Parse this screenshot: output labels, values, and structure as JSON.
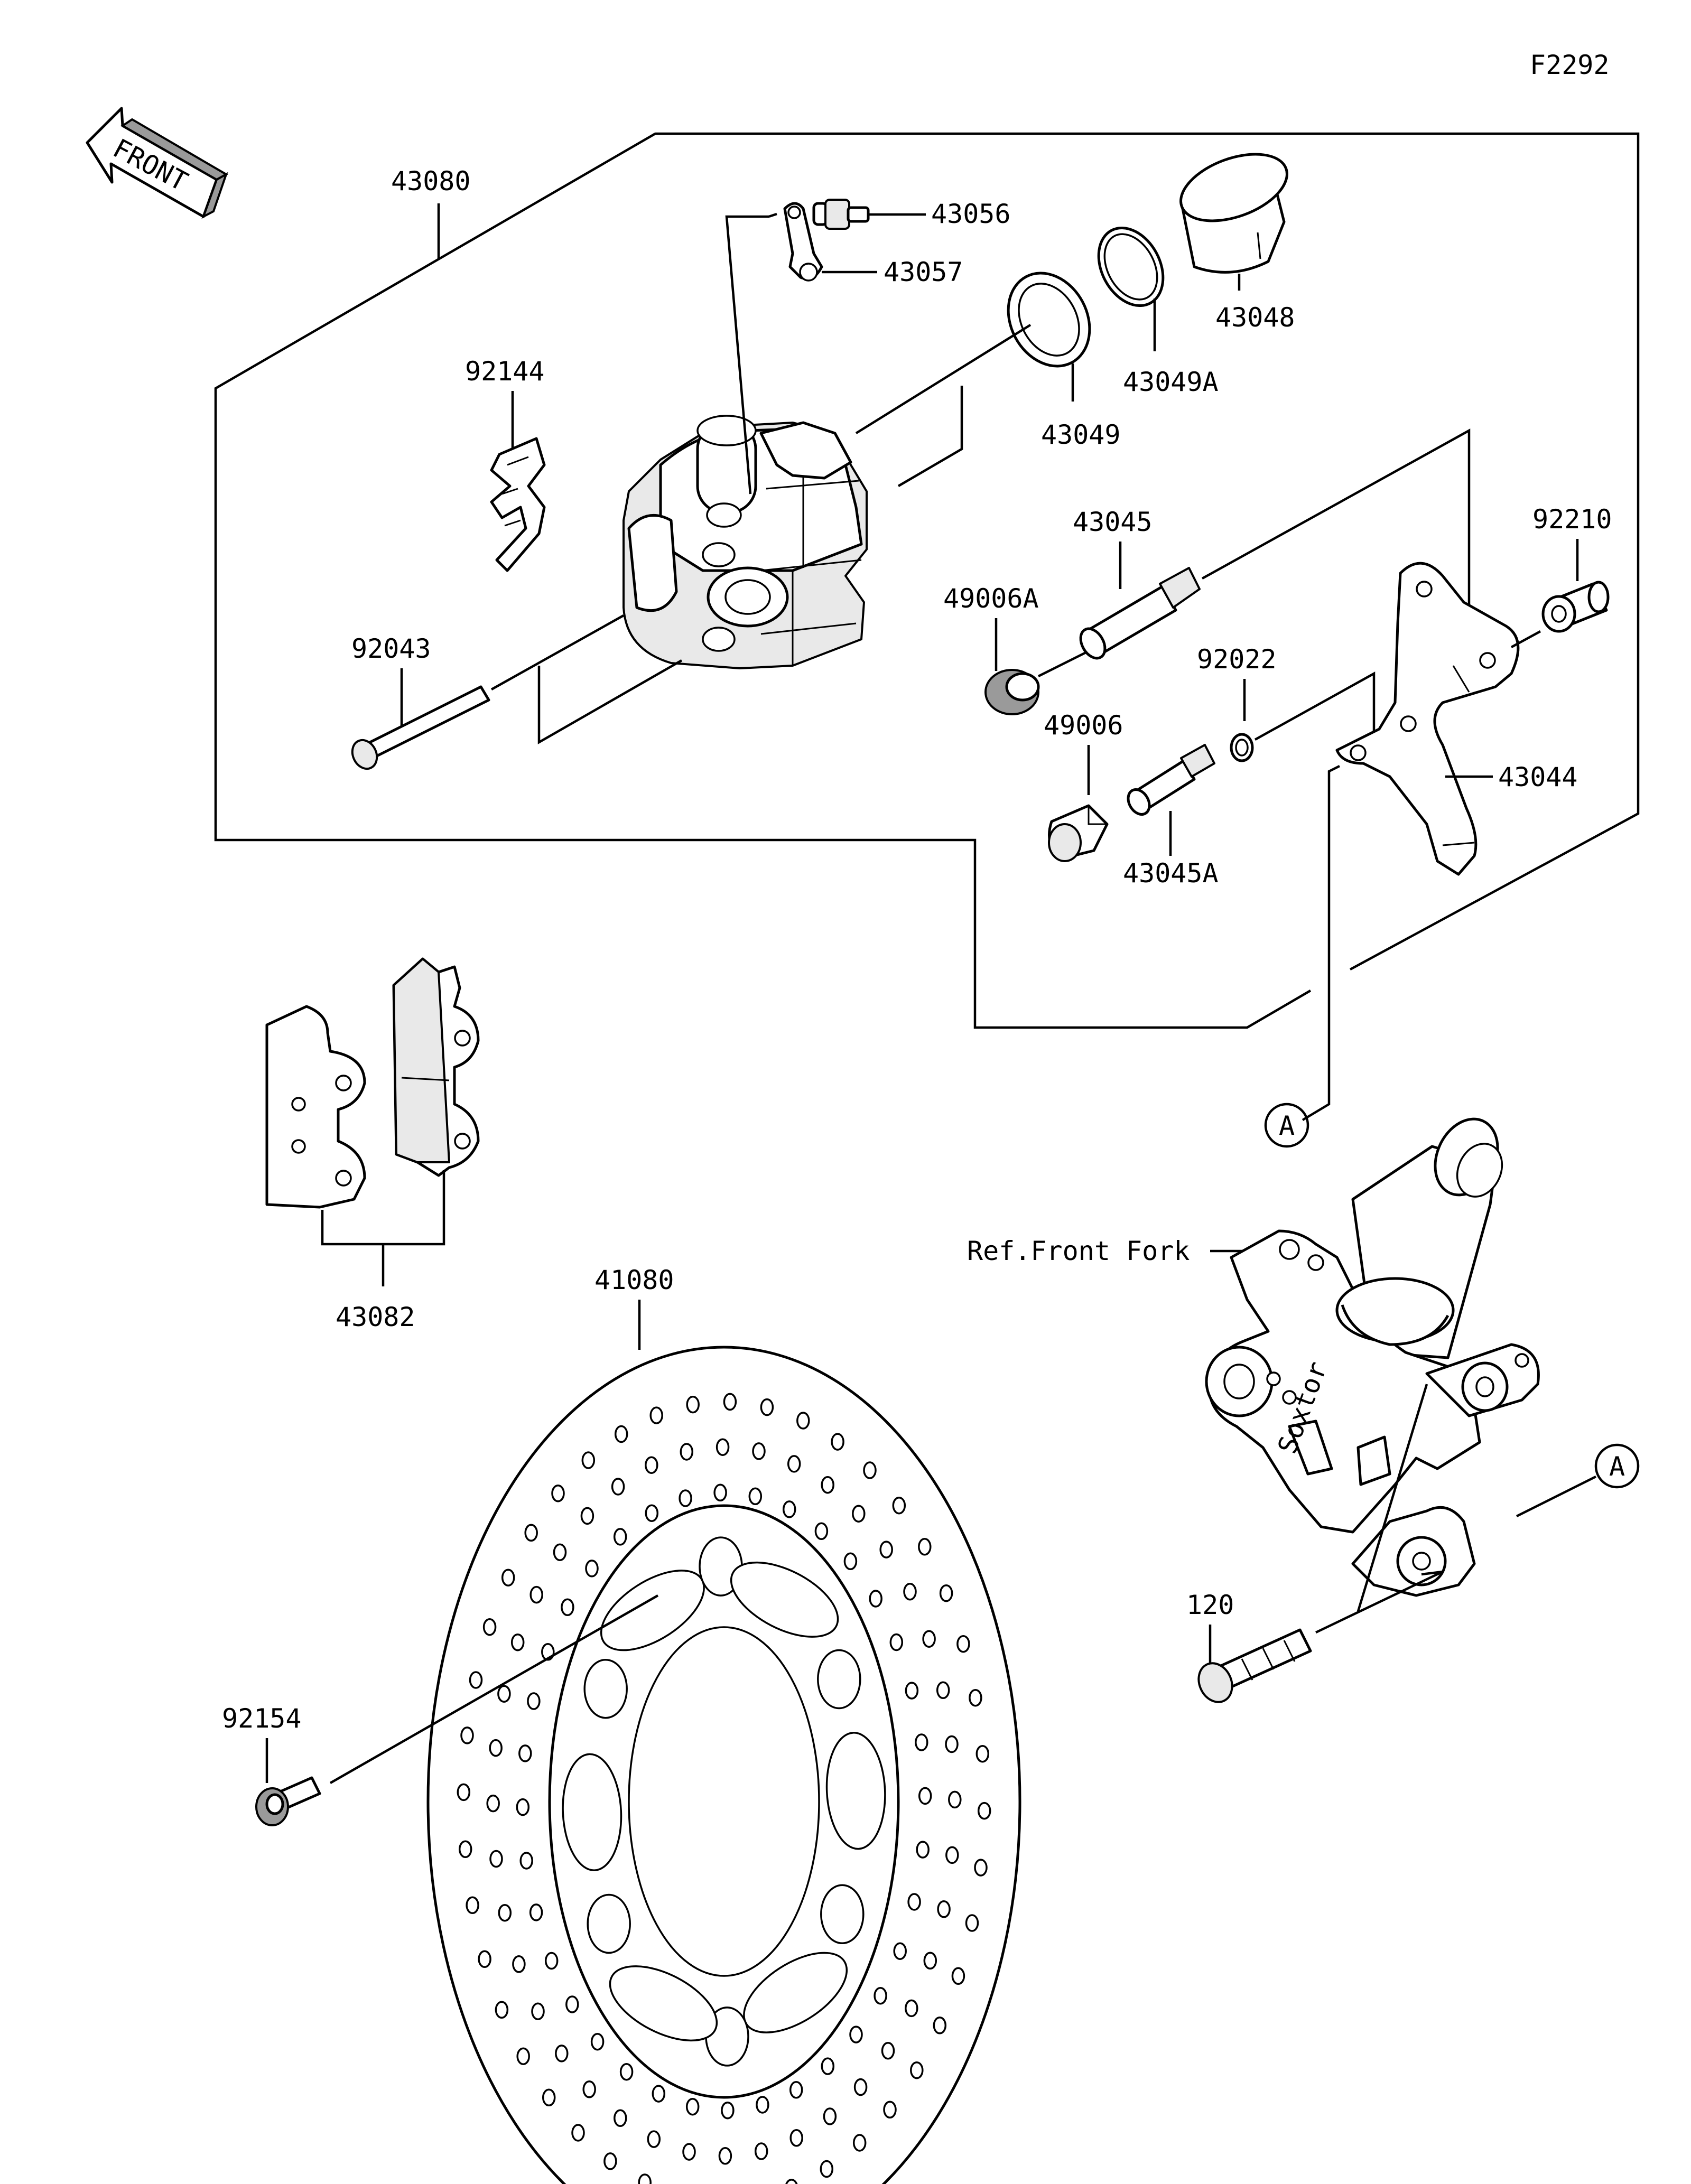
{
  "figure_code": "F2292",
  "front_marker": {
    "text": "FRONT",
    "icon": "front-direction-arrow-icon"
  },
  "callout_letter": "A",
  "reference_note": "Ref.Front Fork",
  "parts": {
    "caliper_assy": "43080",
    "bleeder_valve": "43056",
    "bleeder_cap": "43057",
    "piston": "43048",
    "seal_a": "43049A",
    "seal": "43049",
    "pad_spring": "92144",
    "pad_pin": "92043",
    "caliper_pin": "43045",
    "boot_a": "49006A",
    "circlip": "92022",
    "boot": "49006",
    "caliper_pin_a": "43045A",
    "bracket": "43044",
    "sleeve": "92210",
    "pad_assy": "43082",
    "disc": "41080",
    "disc_bolt": "92154",
    "caliper_bolt": "120"
  }
}
